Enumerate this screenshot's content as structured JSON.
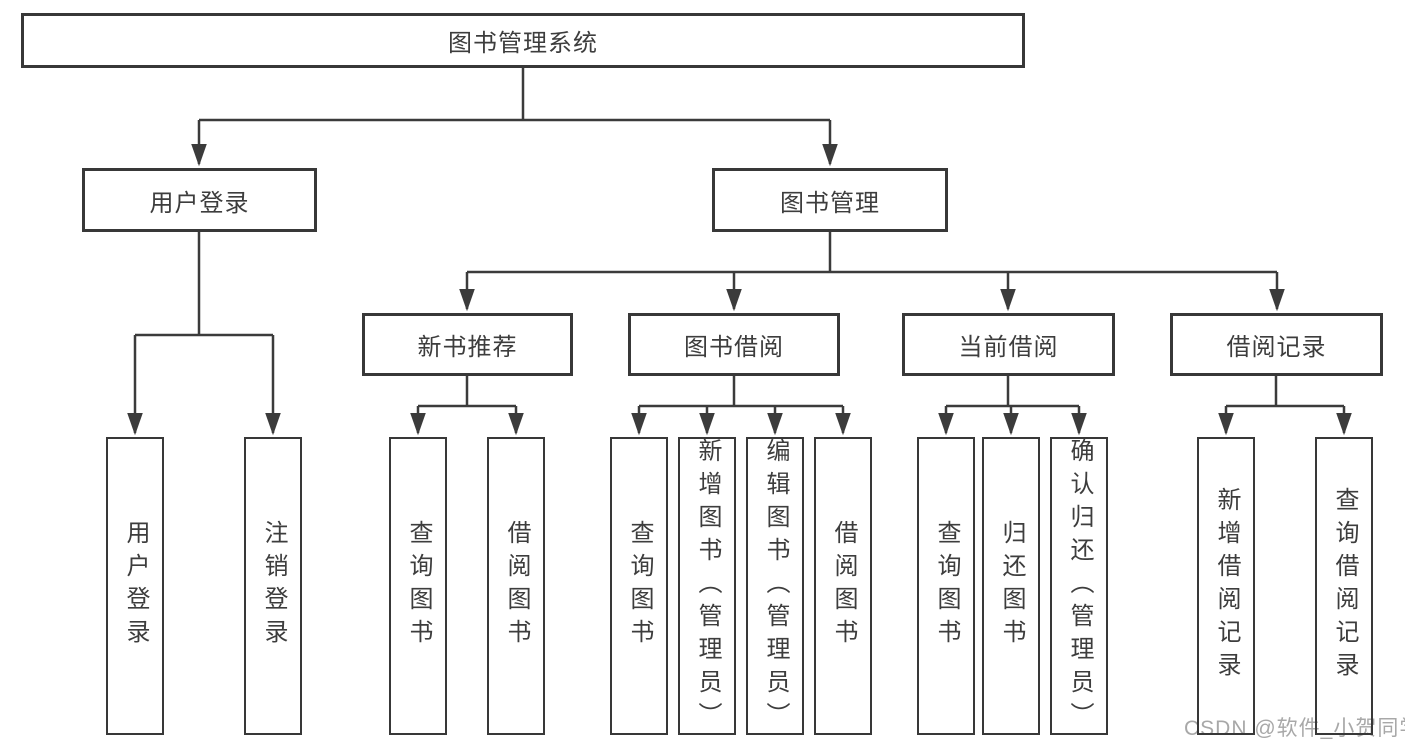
{
  "tree": {
    "root": {
      "label": "图书管理系统",
      "children": [
        {
          "label": "用户登录",
          "children": [
            {
              "label": "用户登录"
            },
            {
              "label": "注销登录"
            }
          ]
        },
        {
          "label": "图书管理",
          "children": [
            {
              "label": "新书推荐",
              "children": [
                {
                  "label": "查询图书"
                },
                {
                  "label": "借阅图书"
                }
              ]
            },
            {
              "label": "图书借阅",
              "children": [
                {
                  "label": "查询图书"
                },
                {
                  "label": "新增图书（管理员）"
                },
                {
                  "label": "编辑图书（管理员）"
                },
                {
                  "label": "借阅图书"
                }
              ]
            },
            {
              "label": "当前借阅",
              "children": [
                {
                  "label": "查询图书"
                },
                {
                  "label": "归还图书"
                },
                {
                  "label": "确认归还（管理员）"
                }
              ]
            },
            {
              "label": "借阅记录",
              "children": [
                {
                  "label": "新增借阅记录"
                },
                {
                  "label": "查询借阅记录"
                }
              ]
            }
          ]
        }
      ]
    }
  },
  "watermark": "CSDN @软件_小贺同学",
  "colors": {
    "line": "#3b3b3b",
    "box_border": "#383838",
    "text": "#3d3d3d",
    "watermark": "#a8a8a8",
    "background": "#ffffff"
  }
}
